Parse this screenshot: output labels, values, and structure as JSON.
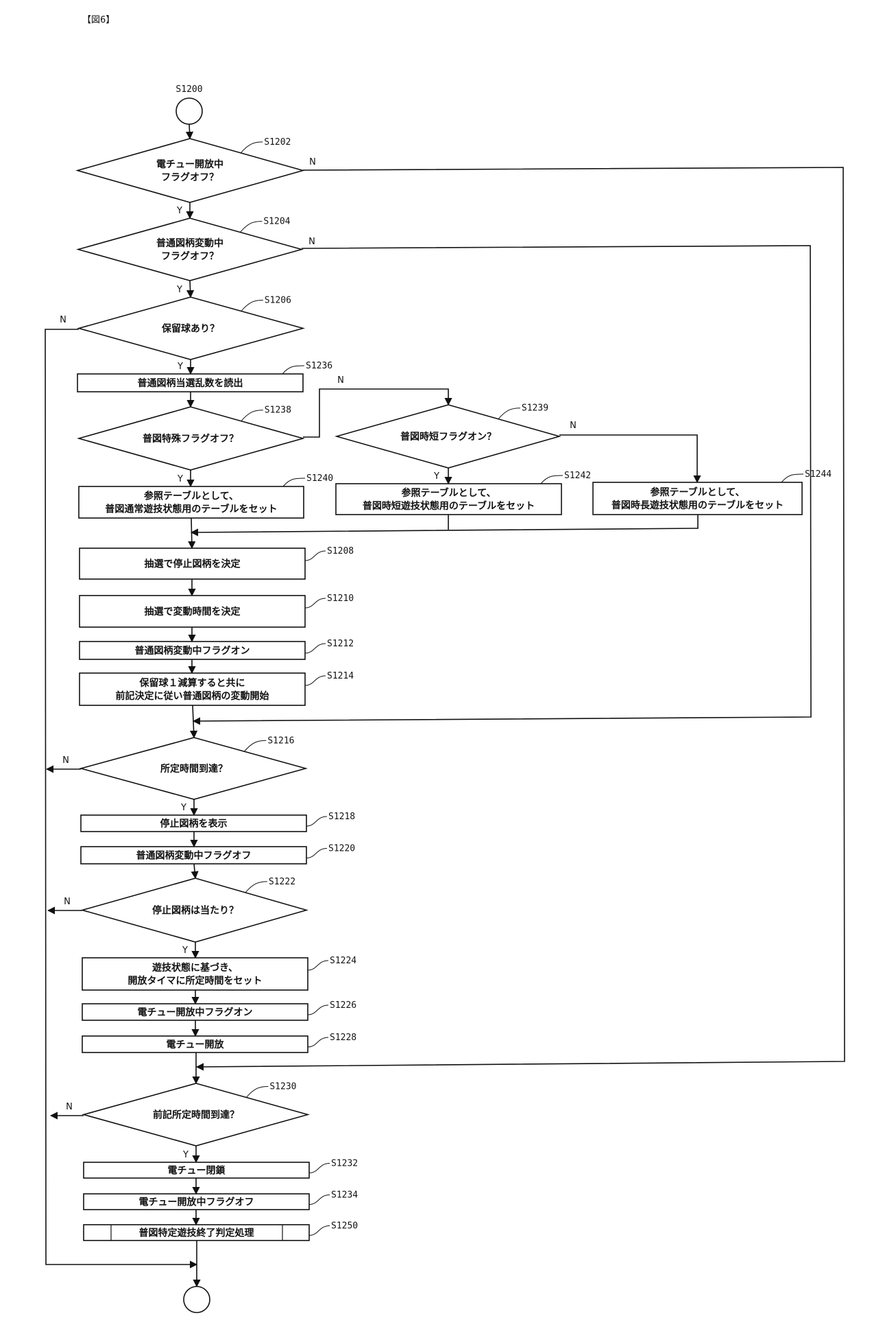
{
  "figure_title": "【図6】",
  "colors": {
    "stroke": "#111111",
    "background": "#ffffff"
  },
  "branch_labels": {
    "yes": "Y",
    "no": "N"
  },
  "nodes": [
    {
      "id": "S1200",
      "type": "terminal",
      "label": "S1200",
      "lines": []
    },
    {
      "id": "S1202",
      "type": "decision",
      "label": "S1202",
      "lines": [
        "電チュー開放中",
        "フラグオフ？"
      ]
    },
    {
      "id": "S1204",
      "type": "decision",
      "label": "S1204",
      "lines": [
        "普通図柄変動中",
        "フラグオフ？"
      ]
    },
    {
      "id": "S1206",
      "type": "decision",
      "label": "S1206",
      "lines": [
        "保留球あり？"
      ]
    },
    {
      "id": "S1236",
      "type": "process",
      "label": "S1236",
      "lines": [
        "普通図柄当選乱数を読出"
      ]
    },
    {
      "id": "S1238",
      "type": "decision",
      "label": "S1238",
      "lines": [
        "普図特殊フラグオフ？"
      ]
    },
    {
      "id": "S1239",
      "type": "decision",
      "label": "S1239",
      "lines": [
        "普図時短フラグオン？"
      ]
    },
    {
      "id": "S1240",
      "type": "process",
      "label": "S1240",
      "lines": [
        "参照テーブルとして、",
        "普図通常遊技状態用のテーブルをセット"
      ]
    },
    {
      "id": "S1242",
      "type": "process",
      "label": "S1242",
      "lines": [
        "参照テーブルとして、",
        "普図時短遊技状態用のテーブルをセット"
      ]
    },
    {
      "id": "S1244",
      "type": "process",
      "label": "S1244",
      "lines": [
        "参照テーブルとして、",
        "普図時長遊技状態用のテーブルをセット"
      ]
    },
    {
      "id": "S1208",
      "type": "process",
      "label": "S1208",
      "lines": [
        "抽選で停止図柄を決定"
      ]
    },
    {
      "id": "S1210",
      "type": "process",
      "label": "S1210",
      "lines": [
        "抽選で変動時間を決定"
      ]
    },
    {
      "id": "S1212",
      "type": "process",
      "label": "S1212",
      "lines": [
        "普通図柄変動中フラグオン"
      ]
    },
    {
      "id": "S1214",
      "type": "process",
      "label": "S1214",
      "lines": [
        "保留球１減算すると共に",
        "前記決定に従い普通図柄の変動開始"
      ]
    },
    {
      "id": "S1216",
      "type": "decision",
      "label": "S1216",
      "lines": [
        "所定時間到達？"
      ]
    },
    {
      "id": "S1218",
      "type": "process",
      "label": "S1218",
      "lines": [
        "停止図柄を表示"
      ]
    },
    {
      "id": "S1220",
      "type": "process",
      "label": "S1220",
      "lines": [
        "普通図柄変動中フラグオフ"
      ]
    },
    {
      "id": "S1222",
      "type": "decision",
      "label": "S1222",
      "lines": [
        "停止図柄は当たり？"
      ]
    },
    {
      "id": "S1224",
      "type": "process",
      "label": "S1224",
      "lines": [
        "遊技状態に基づき、",
        "開放タイマに所定時間をセット"
      ]
    },
    {
      "id": "S1226",
      "type": "process",
      "label": "S1226",
      "lines": [
        "電チュー開放中フラグオン"
      ]
    },
    {
      "id": "S1228",
      "type": "process",
      "label": "S1228",
      "lines": [
        "電チュー開放"
      ]
    },
    {
      "id": "S1230",
      "type": "decision",
      "label": "S1230",
      "lines": [
        "前記所定時間到達？"
      ]
    },
    {
      "id": "S1232",
      "type": "process",
      "label": "S1232",
      "lines": [
        "電チュー閉鎖"
      ]
    },
    {
      "id": "S1234",
      "type": "process",
      "label": "S1234",
      "lines": [
        "電チュー開放中フラグオフ"
      ]
    },
    {
      "id": "S1250",
      "type": "subroutine",
      "label": "S1250",
      "lines": [
        "普図特定遊技終了判定処理"
      ]
    },
    {
      "id": "END",
      "type": "terminal",
      "label": "",
      "lines": []
    }
  ],
  "edges": [
    {
      "from": "S1200",
      "to": "S1202"
    },
    {
      "from": "S1202",
      "to": "S1204",
      "branch": "Y"
    },
    {
      "from": "S1202",
      "to": "S1230",
      "branch": "N"
    },
    {
      "from": "S1204",
      "to": "S1206",
      "branch": "Y"
    },
    {
      "from": "S1204",
      "to": "S1216",
      "branch": "N"
    },
    {
      "from": "S1206",
      "to": "S1236",
      "branch": "Y"
    },
    {
      "from": "S1206",
      "to": "END",
      "branch": "N"
    },
    {
      "from": "S1236",
      "to": "S1238"
    },
    {
      "from": "S1238",
      "to": "S1240",
      "branch": "Y"
    },
    {
      "from": "S1238",
      "to": "S1239",
      "branch": "N"
    },
    {
      "from": "S1239",
      "to": "S1242",
      "branch": "Y"
    },
    {
      "from": "S1239",
      "to": "S1244",
      "branch": "N"
    },
    {
      "from": "S1240",
      "to": "S1208"
    },
    {
      "from": "S1242",
      "to": "S1208"
    },
    {
      "from": "S1244",
      "to": "S1208"
    },
    {
      "from": "S1208",
      "to": "S1210"
    },
    {
      "from": "S1210",
      "to": "S1212"
    },
    {
      "from": "S1212",
      "to": "S1214"
    },
    {
      "from": "S1214",
      "to": "S1216"
    },
    {
      "from": "S1216",
      "to": "S1218",
      "branch": "Y"
    },
    {
      "from": "S1216",
      "to": "END",
      "branch": "N"
    },
    {
      "from": "S1218",
      "to": "S1220"
    },
    {
      "from": "S1220",
      "to": "S1222"
    },
    {
      "from": "S1222",
      "to": "S1224",
      "branch": "Y"
    },
    {
      "from": "S1222",
      "to": "END",
      "branch": "N"
    },
    {
      "from": "S1224",
      "to": "S1226"
    },
    {
      "from": "S1226",
      "to": "S1228"
    },
    {
      "from": "S1228",
      "to": "S1230"
    },
    {
      "from": "S1230",
      "to": "S1232",
      "branch": "Y"
    },
    {
      "from": "S1230",
      "to": "END",
      "branch": "N"
    },
    {
      "from": "S1232",
      "to": "S1234"
    },
    {
      "from": "S1234",
      "to": "S1250"
    },
    {
      "from": "S1250",
      "to": "END"
    }
  ]
}
